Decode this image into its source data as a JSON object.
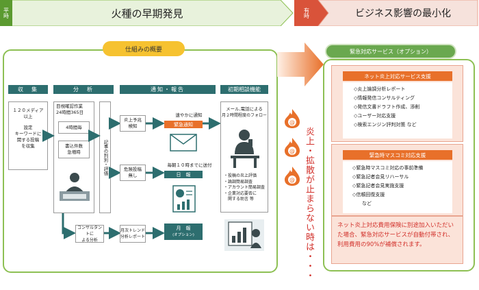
{
  "top": {
    "left_tag": "平時",
    "left_title": "火種の早期発見",
    "right_tag": "有時",
    "right_title": "ビジネス影響の最小化"
  },
  "left_panel": {
    "section_title": "仕組みの概要",
    "col_headers": [
      "収　集",
      "分　析",
      "通知・報告",
      "初期相談機能"
    ],
    "collect_text": [
      "１２０メディア",
      "以上",
      "",
      "設定",
      "キーワードに",
      "関する投稿",
      "を収集"
    ],
    "analysis_title": [
      "目視確認作業",
      "24時間365日"
    ],
    "every4h": "4時間毎",
    "count_text": [
      "書込件数",
      "急増時"
    ],
    "judge_text": "記事の判別・評価",
    "alert_box": [
      "炎上予兆",
      "検知"
    ],
    "quick_notice": "速やかに通知",
    "emergency_label": "緊急通知",
    "danger_box": [
      "危険投稿",
      "無し"
    ],
    "daily_notice": "毎朝１０時までに送付",
    "daily_label": "日　報",
    "consult_text": [
      "メール,電話による",
      "月２時間程度のフォロー"
    ],
    "consult_list": [
      "・投稿の炎上評価",
      "・論調簡易調査",
      "・アカウント簡易調査",
      "・企業対応要否に",
      "　関する助言 等"
    ],
    "consultant_box": [
      "コンサルタントに",
      "よる分析"
    ],
    "monthly_box": [
      "月次トレンド",
      "分析レポート"
    ],
    "monthly_label": "月　報",
    "monthly_sub": "(オプション)"
  },
  "middle": {
    "vertical_text": "炎上・拡散が止まらない時は・・・"
  },
  "right_panel": {
    "title": "緊急対応サービス（オプション）",
    "net_title": "ネット炎上対応サービス支援",
    "net_items": [
      "◇炎上論調分析レポート",
      "◇情報発信コンサルティング",
      "◇発信文書ドラフト作成、添削",
      "◇ユーザー対応支援",
      "◇検索エンジン評判対策 など"
    ],
    "media_title": "緊急時マスコミ対応支援",
    "media_items": [
      "◇緊急時マスコミ対応の事前準備",
      "◇緊急記者会見リハーサル",
      "◇緊急記者会見実施支援",
      "◇信頼回復支援"
    ],
    "media_etc": "など",
    "insurance_text": "ネット炎上対応費用保険に別途加入いただいた場合、緊急対応サービスが自動付帯され、利用費用の90%が補償されます。"
  },
  "colors": {
    "green_header": "#5b9a30",
    "teal": "#2d6e6f",
    "orange": "#e8702a",
    "red_text": "#d2302a",
    "yellow": "#f6c230",
    "border_green": "#8dc053"
  }
}
